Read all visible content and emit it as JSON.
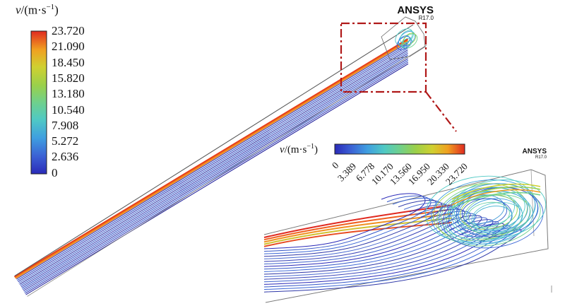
{
  "legend_main": {
    "title_var": "v",
    "title_rest": "/(m·s",
    "title_sup": "−1",
    "title_close": ")",
    "ticks": [
      "23.720",
      "21.090",
      "18.450",
      "15.820",
      "13.180",
      "10.540",
      "7.908",
      "5.272",
      "2.636",
      "0"
    ]
  },
  "legend_inset": {
    "title_var": "v",
    "title_rest": "/(m·s",
    "title_sup": "−1",
    "title_close": ")",
    "ticks": [
      "0",
      "3.389",
      "6.778",
      "10.170",
      "13.560",
      "16.950",
      "20.330",
      "23.720"
    ]
  },
  "brand_main": {
    "name": "ANSYS",
    "version": "R17.0"
  },
  "brand_inset": {
    "name": "ANSYS",
    "version": "R17.0"
  },
  "colors": {
    "scale": [
      "#2a2ab8",
      "#3b66d6",
      "#3fa0e0",
      "#4fc9c4",
      "#6fd08c",
      "#9ad04a",
      "#d0d030",
      "#f0a020",
      "#f06020",
      "#e02a20"
    ],
    "callout": "#b01818",
    "duct_line": "#6a6a6a"
  }
}
